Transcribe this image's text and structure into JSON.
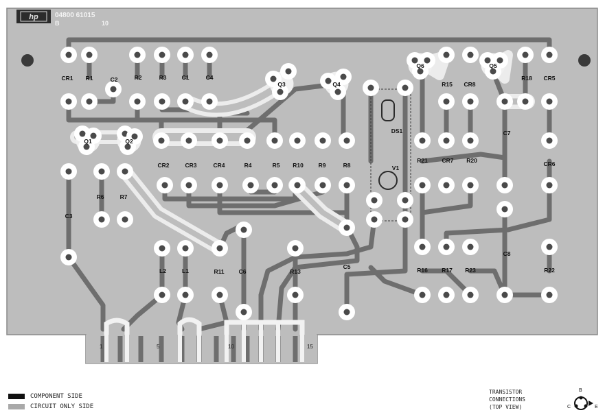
{
  "board": {
    "logo_text": "hp",
    "part_number": "04800 61015",
    "revision_left": "B",
    "revision_right": "10"
  },
  "components": [
    {
      "label": "CR1"
    },
    {
      "label": "R1"
    },
    {
      "label": "C2"
    },
    {
      "label": "R2"
    },
    {
      "label": "R3"
    },
    {
      "label": "C1"
    },
    {
      "label": "C4"
    },
    {
      "label": "Q3"
    },
    {
      "label": "Q4"
    },
    {
      "label": "Q6"
    },
    {
      "label": "R15"
    },
    {
      "label": "CR8"
    },
    {
      "label": "Q5"
    },
    {
      "label": "R18"
    },
    {
      "label": "CR5"
    },
    {
      "label": "Q1"
    },
    {
      "label": "Q2"
    },
    {
      "label": "CR2"
    },
    {
      "label": "CR3"
    },
    {
      "label": "CR4"
    },
    {
      "label": "R4"
    },
    {
      "label": "R5"
    },
    {
      "label": "R10"
    },
    {
      "label": "R9"
    },
    {
      "label": "R8"
    },
    {
      "label": "DS1"
    },
    {
      "label": "V1"
    },
    {
      "label": "R21"
    },
    {
      "label": "CR7"
    },
    {
      "label": "R20"
    },
    {
      "label": "C7"
    },
    {
      "label": "CR6"
    },
    {
      "label": "R6"
    },
    {
      "label": "R7"
    },
    {
      "label": "C3"
    },
    {
      "label": "L2"
    },
    {
      "label": "L1"
    },
    {
      "label": "R11"
    },
    {
      "label": "C6"
    },
    {
      "label": "R13"
    },
    {
      "label": "C5"
    },
    {
      "label": "R16"
    },
    {
      "label": "R17"
    },
    {
      "label": "R23"
    },
    {
      "label": "C8"
    },
    {
      "label": "R22"
    }
  ],
  "edge_connector": {
    "pin_labels": [
      "1",
      "5",
      "10",
      "15"
    ]
  },
  "legend": {
    "component_side": "COMPONENT SIDE",
    "circuit_only_side": "CIRCUIT ONLY SIDE"
  },
  "transistor_connections": {
    "line1": "TRANSISTOR",
    "line2": "CONNECTIONS",
    "line3": "(TOP VIEW)",
    "pin_b": "B",
    "pin_c": "C",
    "pin_e": "E"
  },
  "colors": {
    "board": "#bdbdbd",
    "trace_dark": "#6e6e6e",
    "trace_light": "#e4e4e4",
    "pad": "#ffffff",
    "hole": "#4a4a4a",
    "text": "#111111"
  }
}
